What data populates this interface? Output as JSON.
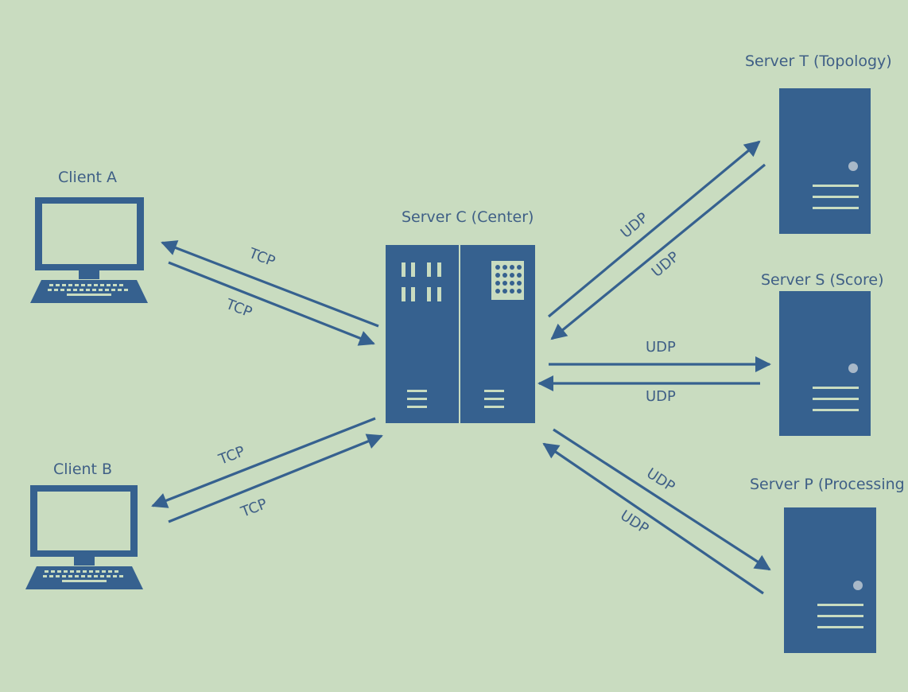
{
  "colors": {
    "background": "#c9dcc0",
    "node": "#36618f",
    "label": "#3f5f86"
  },
  "nodes": {
    "client_a": {
      "label": "Client A",
      "icon": "laptop-icon"
    },
    "client_b": {
      "label": "Client B",
      "icon": "laptop-icon"
    },
    "server_c": {
      "label": "Server C (Center)",
      "icon": "server-rack-icon"
    },
    "server_t": {
      "label": "Server T (Topology)",
      "icon": "server-tower-icon"
    },
    "server_s": {
      "label": "Server S (Score)",
      "icon": "server-tower-icon"
    },
    "server_p": {
      "label": "Server P (Processing",
      "icon": "server-tower-icon"
    }
  },
  "links": {
    "a_to_c": "TCP",
    "c_to_a": "TCP",
    "b_to_c": "TCP",
    "c_to_b": "TCP",
    "c_to_t": "UDP",
    "t_to_c": "UDP",
    "c_to_s": "UDP",
    "s_to_c": "UDP",
    "c_to_p": "UDP",
    "p_to_c": "UDP"
  }
}
